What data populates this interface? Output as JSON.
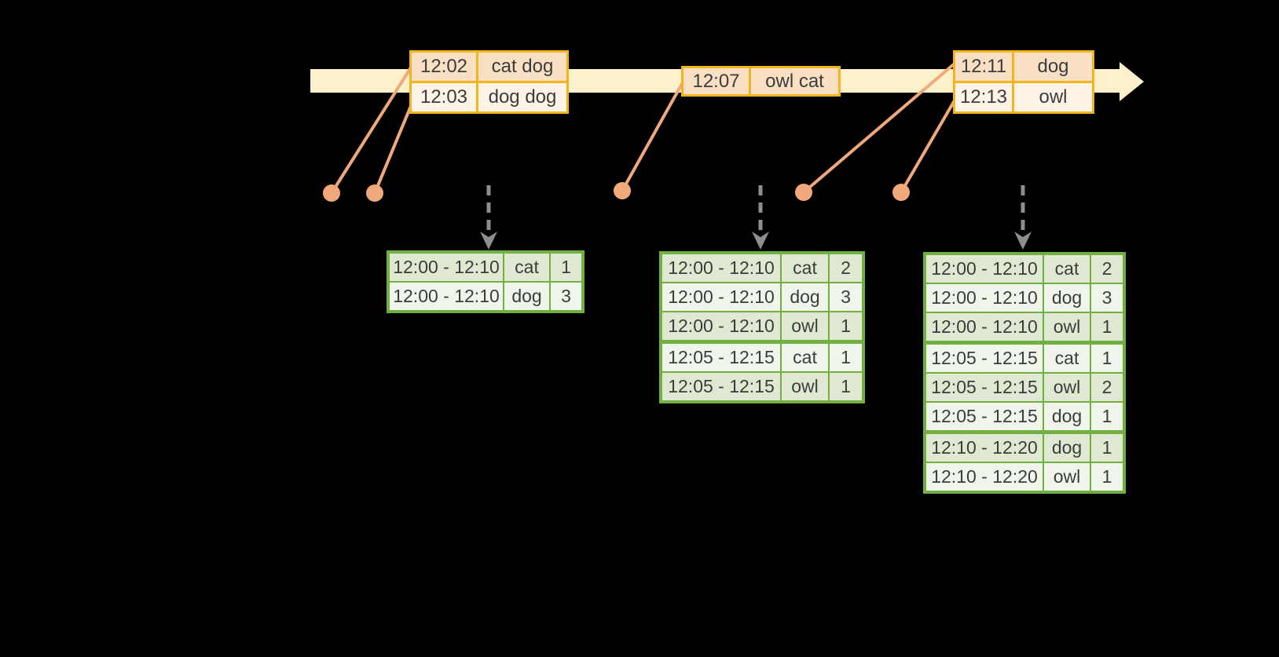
{
  "colors": {
    "background": "#000000",
    "timeline_band": "#FCF1CB",
    "event_table_border": "#F2B51D",
    "event_row_dark": "#FAE0C2",
    "event_row_light": "#FDF3E6",
    "connector_orange": "#F1A97C",
    "trigger_arrow_gray": "#8E8E8E",
    "result_table_border": "#72AF41",
    "result_cell_dark": "#DFE9D2",
    "result_cell_light": "#F0F5EB",
    "text": "#3C3C3C"
  },
  "timeline": {
    "event_groups": [
      {
        "rows": [
          {
            "time": "12:02",
            "words": "cat dog"
          },
          {
            "time": "12:03",
            "words": "dog dog"
          }
        ]
      },
      {
        "rows": [
          {
            "time": "12:07",
            "words": "owl cat"
          }
        ]
      },
      {
        "rows": [
          {
            "time": "12:11",
            "words": "dog"
          },
          {
            "time": "12:13",
            "words": "owl"
          }
        ]
      }
    ]
  },
  "result_tables": [
    {
      "rows": [
        {
          "window": "12:00 - 12:10",
          "word": "cat",
          "count": "1"
        },
        {
          "window": "12:00 - 12:10",
          "word": "dog",
          "count": "3"
        }
      ]
    },
    {
      "rows": [
        {
          "window": "12:00 - 12:10",
          "word": "cat",
          "count": "2"
        },
        {
          "window": "12:00 - 12:10",
          "word": "dog",
          "count": "3"
        },
        {
          "window": "12:00 - 12:10",
          "word": "owl",
          "count": "1"
        },
        {
          "window": "12:05 - 12:15",
          "word": "cat",
          "count": "1"
        },
        {
          "window": "12:05 - 12:15",
          "word": "owl",
          "count": "1"
        }
      ]
    },
    {
      "rows": [
        {
          "window": "12:00 - 12:10",
          "word": "cat",
          "count": "2"
        },
        {
          "window": "12:00 - 12:10",
          "word": "dog",
          "count": "3"
        },
        {
          "window": "12:00 - 12:10",
          "word": "owl",
          "count": "1"
        },
        {
          "window": "12:05 - 12:15",
          "word": "cat",
          "count": "1"
        },
        {
          "window": "12:05 - 12:15",
          "word": "owl",
          "count": "2"
        },
        {
          "window": "12:05 - 12:15",
          "word": "dog",
          "count": "1"
        },
        {
          "window": "12:10 - 12:20",
          "word": "dog",
          "count": "1"
        },
        {
          "window": "12:10 - 12:20",
          "word": "owl",
          "count": "1"
        }
      ]
    }
  ]
}
